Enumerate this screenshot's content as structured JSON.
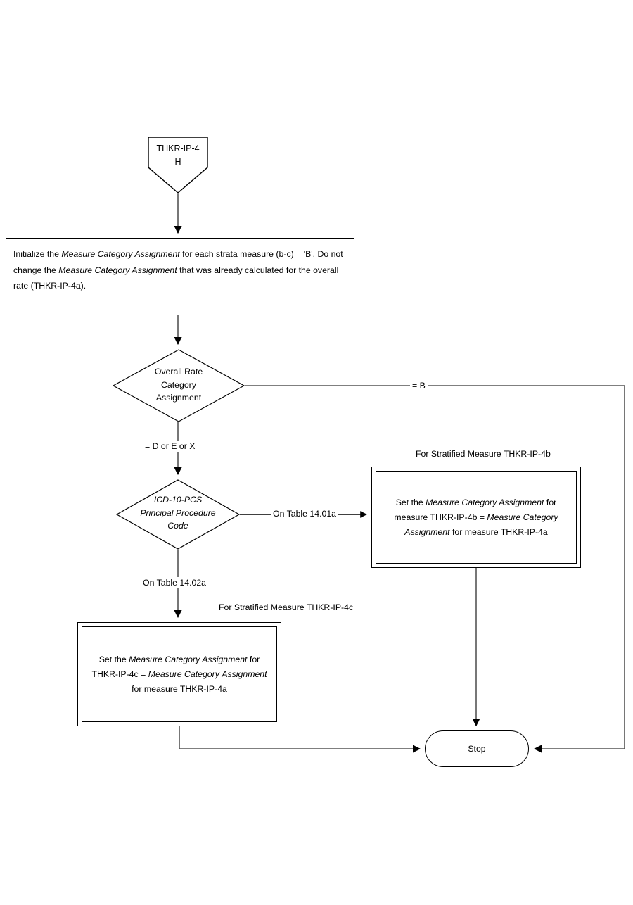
{
  "diagram": {
    "title": "THKR-IP-4H Stratified Measure Category Assignment Flowchart",
    "line_color": "#555555",
    "stroke_color": "#000000",
    "background": "#ffffff"
  },
  "nodes": {
    "start": {
      "shape": "pentagon",
      "label": "THKR-IP-4\nH"
    },
    "initialize": {
      "shape": "process",
      "text_runs": [
        {
          "text": " Initialize the ",
          "italic": false
        },
        {
          "text": "Measure Category Assignment",
          "italic": true
        },
        {
          "text": " for each strata measure (b-c) = 'B'. Do not change the ",
          "italic": false
        },
        {
          "text": "Measure Category Assignment",
          "italic": true
        },
        {
          "text": " that was already calculated for the overall rate (THKR-IP-4a).",
          "italic": false
        }
      ]
    },
    "overall_rate_decision": {
      "shape": "decision",
      "label": "Overall Rate\nCategory\nAssignment"
    },
    "icd_decision": {
      "shape": "decision",
      "label": "ICD-10-PCS\nPrincipal Procedure\nCode"
    },
    "set_4b": {
      "shape": "predefined-process",
      "caption": "For Stratified Measure THKR-IP-4b",
      "text_runs": [
        {
          "text": "Set the ",
          "italic": false
        },
        {
          "text": "Measure Category Assignment",
          "italic": true
        },
        {
          "text": " for measure THKR-IP-4b = ",
          "italic": false
        },
        {
          "text": "Measure Category Assignment",
          "italic": true
        },
        {
          "text": " for measure  THKR-IP-4a",
          "italic": false
        }
      ]
    },
    "set_4c": {
      "shape": "predefined-process",
      "caption": "For Stratified Measure THKR-IP-4c",
      "text_runs": [
        {
          "text": "Set the ",
          "italic": false
        },
        {
          "text": "Measure Category Assignment",
          "italic": true
        },
        {
          "text": " for THKR-IP-4c =  ",
          "italic": false
        },
        {
          "text": "Measure Category",
          "italic": true
        },
        {
          "text": " ",
          "italic": false
        },
        {
          "text": "Assignment",
          "italic": true
        },
        {
          "text": " for measure THKR-IP-4a",
          "italic": false
        }
      ]
    },
    "stop": {
      "shape": "terminator",
      "label": "Stop"
    }
  },
  "edge_labels": {
    "equals_b": "= B",
    "equals_d_e_x": "= D or E or X",
    "on_table_1401a": "On Table 14.01a",
    "on_table_1402a": "On Table 14.02a"
  }
}
